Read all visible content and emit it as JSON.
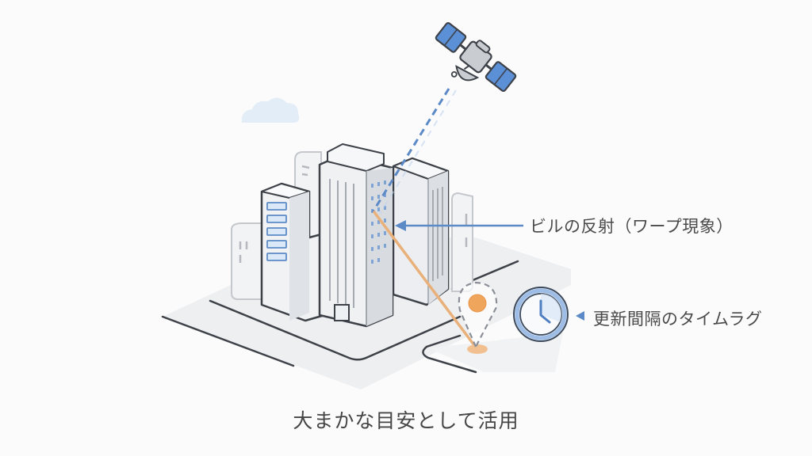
{
  "diagram": {
    "annotations": {
      "reflection": "ビルの反射（ワープ現象）",
      "time_lag": "更新間隔のタイムラグ"
    },
    "caption": "大まかな目安として活用",
    "icons": {
      "satellite": "satellite-icon",
      "cloud": "cloud-icon",
      "buildings": "city-buildings-icon",
      "location_pin": "location-pin-icon",
      "clock": "clock-icon"
    },
    "colors": {
      "background": "#fbfbfb",
      "satellite_panel": "#5b8fd6",
      "satellite_body": "#c9ccd1",
      "signal_dashed": "#5b8ac6",
      "reflected_signal": "#e9b07a",
      "pin_dot": "#f0a55c",
      "clock_ring": "#9dbde6",
      "arrow": "#5b8ac6",
      "outline": "#3d4148",
      "text": "#4a4a4a"
    }
  }
}
